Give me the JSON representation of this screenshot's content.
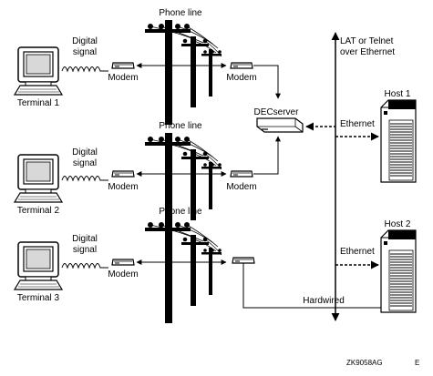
{
  "labels": {
    "phone_line": "Phone line",
    "digital": "Digital",
    "signal": "signal",
    "modem": "Modem",
    "terminal_1": "Terminal 1",
    "terminal_2": "Terminal 2",
    "terminal_3": "Terminal 3",
    "decserver": "DECserver",
    "lat_line1": "LAT or Telnet",
    "lat_line2": "over Ethernet",
    "host_1": "Host 1",
    "host_2": "Host 2",
    "ethernet": "Ethernet",
    "hardwired": "Hardwired",
    "code": "ZK9058AG",
    "code_suffix": "E"
  }
}
